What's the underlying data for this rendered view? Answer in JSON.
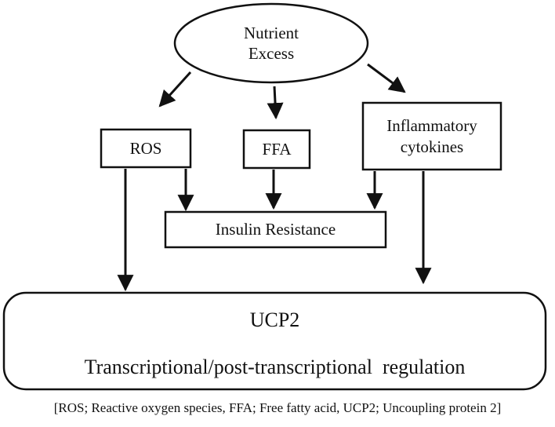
{
  "nodes": {
    "nutrient_excess": "Nutrient\nExcess",
    "ros": "ROS",
    "ffa": "FFA",
    "inflammatory_cytokines": "Inflammatory\ncytokines",
    "insulin_resistance": "Insulin Resistance",
    "ucp2_title": "UCP2",
    "ucp2_regulation": "Transcriptional/post-transcriptional  regulation"
  },
  "caption": "[ROS; Reactive oxygen species, FFA; Free fatty acid, UCP2; Uncoupling protein 2]",
  "colors": {
    "stroke": "#111111",
    "background": "#ffffff"
  }
}
